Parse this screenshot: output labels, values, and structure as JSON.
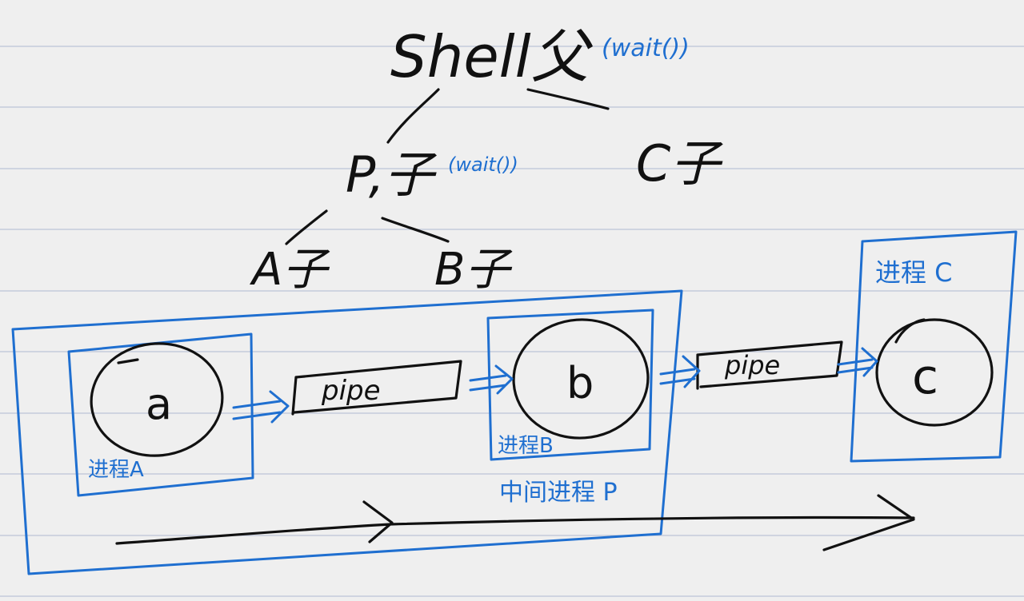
{
  "diagram": {
    "tree": {
      "root": {
        "label": "Shell父",
        "note": "(wait())"
      },
      "middle": {
        "label": "P,子",
        "note": "(wait())"
      },
      "right_child": {
        "label": "C子"
      },
      "left_leaf": {
        "label": "A子"
      },
      "right_leaf": {
        "label": "B子"
      }
    },
    "nodes": {
      "a": "a",
      "b": "b",
      "c": "c"
    },
    "pipes": [
      "pipe",
      "pipe"
    ],
    "boxes": {
      "process_a": "进程A",
      "process_b": "进程B",
      "middle_process": "中间进程 P",
      "process_c": "进程 C"
    },
    "colors": {
      "background": "#efefef",
      "ink": "#111111",
      "blue": "#1f6fd0",
      "rule_lines": "#bcc4d6"
    }
  }
}
